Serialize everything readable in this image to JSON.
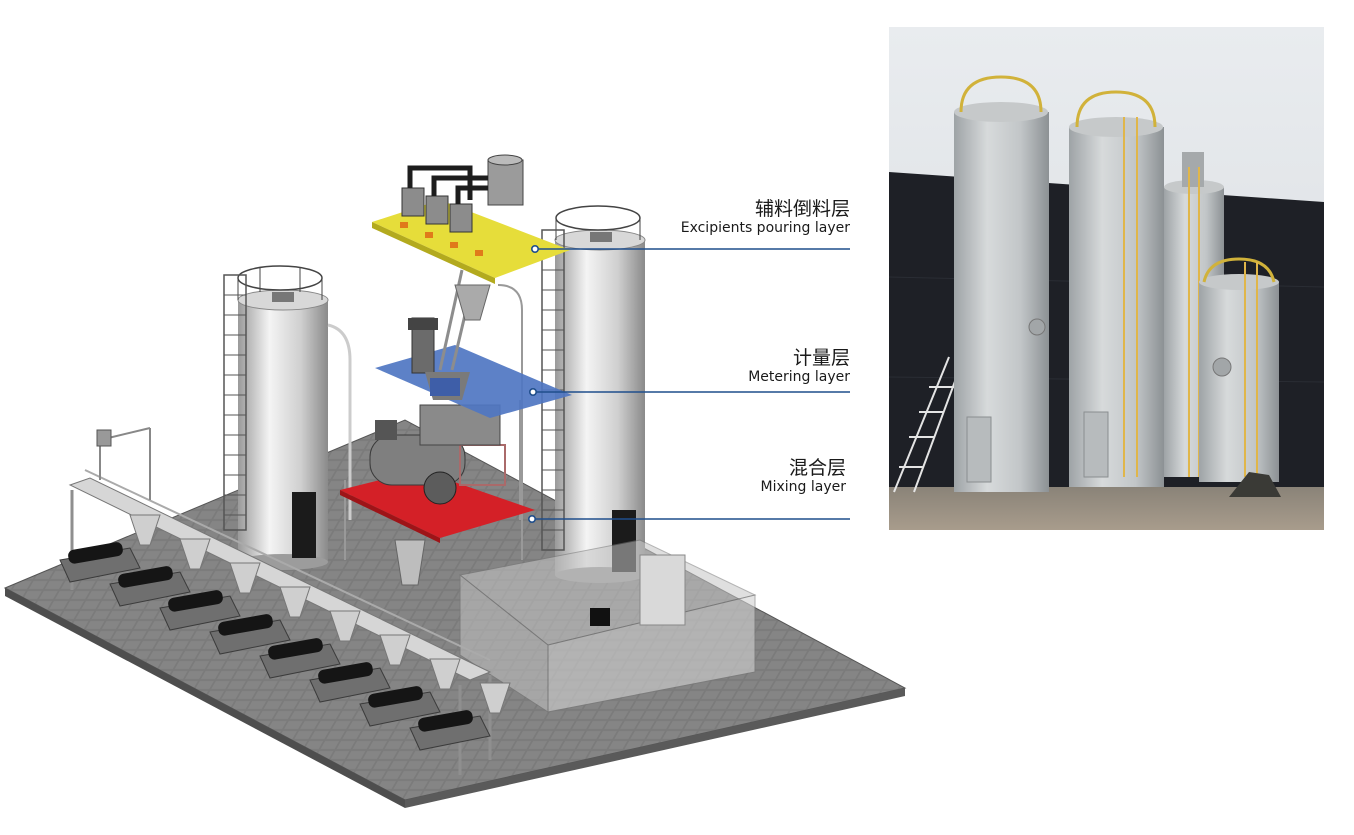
{
  "layers": [
    {
      "zh": "辅料倒料层",
      "en": "Excipients pouring layer",
      "color": "#e6dd3a"
    },
    {
      "zh": "计量层",
      "en": "Metering layer",
      "color": "#4f76c2"
    },
    {
      "zh": "混合层",
      "en": "Mixing layer",
      "color": "#d42027"
    }
  ],
  "leader_color": "#1f4e8c"
}
